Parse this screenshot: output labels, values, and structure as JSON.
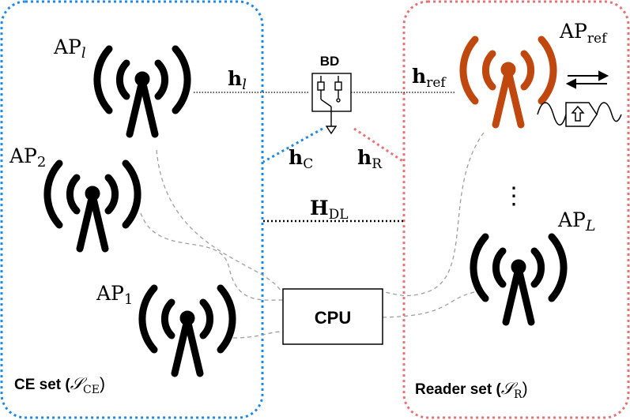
{
  "sets": {
    "ce_label": "CE set (",
    "ce_symbol": "𝒮",
    "ce_sub": "CE",
    "ce_close": ")",
    "reader_label": "Reader set (",
    "reader_symbol": "𝒮",
    "reader_sub": "R",
    "reader_close": ")"
  },
  "aps": {
    "ap_l": {
      "base": "AP",
      "sub": "l"
    },
    "ap_2": {
      "base": "AP",
      "sub": "2"
    },
    "ap_1": {
      "base": "AP",
      "sub": "1"
    },
    "ap_ref": {
      "base": "AP",
      "sub": "ref"
    },
    "ap_L": {
      "base": "AP",
      "sub": "L"
    }
  },
  "channels": {
    "h_l": {
      "base": "h",
      "sub": "l"
    },
    "h_ref": {
      "base": "h",
      "sub": "ref"
    },
    "h_C": {
      "base": "h",
      "sub": "C"
    },
    "h_R": {
      "base": "h",
      "sub": "R"
    },
    "H_DL": {
      "base": "H",
      "sub": "DL"
    }
  },
  "nodes": {
    "bd_label": "BD",
    "cpu_label": "CPU",
    "ellipsis": "⋮"
  },
  "colors": {
    "ce_border": "#1e88e5",
    "reader_border": "#e57373",
    "ap_ref": "#c0480e",
    "ap_default": "#000000",
    "backhaul": "#9e9e9e"
  }
}
